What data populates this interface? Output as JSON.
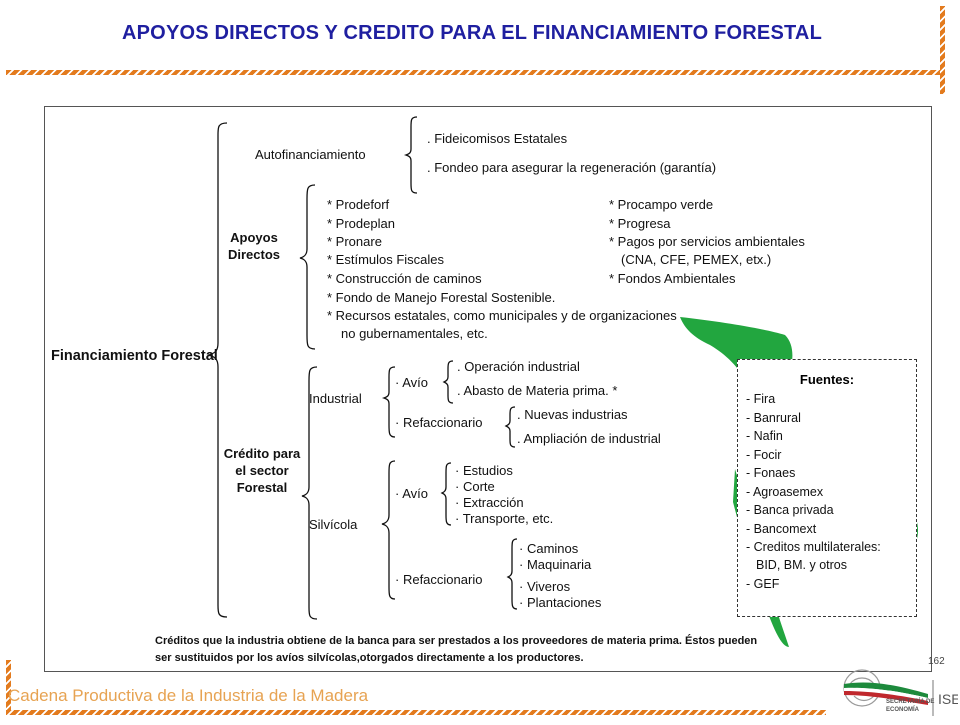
{
  "header": {
    "title": "APOYOS DIRECTOS Y CREDITO PARA EL FINANCIAMIENTO FORESTAL"
  },
  "slide": {
    "page_number": "162",
    "footer": "Cadena Productiva de la Industria de la Madera"
  },
  "diagram": {
    "root": "Financiamiento Forestal",
    "autofin": {
      "label": "Autofinanciamiento",
      "items": [
        ". Fideicomisos Estatales",
        ". Fondeo para asegurar la regeneración (garantía)"
      ]
    },
    "apoyos": {
      "label": "Apoyos Directos",
      "col1": [
        "* Prodeforf",
        "* Prodeplan",
        "* Pronare",
        "* Estímulos Fiscales",
        "* Construcción de caminos",
        "* Fondo de Manejo Forestal Sostenible.",
        "* Recursos estatales, como municipales y de organizaciones",
        "no gubernamentales, etc."
      ],
      "col2": [
        "* Procampo verde",
        "* Progresa",
        "* Pagos por servicios ambientales",
        "(CNA, CFE, PEMEX, etx.)",
        "* Fondos Ambientales"
      ]
    },
    "credito": {
      "label": "Crédito para el sector Forestal",
      "industrial": {
        "label": "Industrial",
        "avio": {
          "label": "Avío",
          "items": [
            "Operación industrial",
            "Abasto de Materia prima. *"
          ]
        },
        "refaccionario": {
          "label": "Refaccionario",
          "items": [
            "Nuevas industrias",
            "Ampliación de industrial"
          ]
        }
      },
      "silvicola": {
        "label": "Silvícola",
        "avio": {
          "label": "Avío",
          "items": [
            "Estudios",
            "Corte",
            "Extracción",
            "Transporte, etc."
          ]
        },
        "refaccionario": {
          "label": "Refaccionario",
          "items": [
            "Caminos",
            "Maquinaria",
            "Viveros",
            "Plantaciones"
          ]
        }
      }
    },
    "fuentes": {
      "title": "Fuentes:",
      "items": [
        "- Fira",
        "- Banrural",
        "- Nafin",
        "- Focir",
        "- Fonaes",
        "- Agroasemex",
        "- Banca privada",
        "- Bancomext",
        "- Creditos multilaterales:",
        "BID, BM. y otros",
        "- GEF"
      ]
    },
    "note": [
      "Créditos que la industria obtiene de la banca para ser prestados a los proveedores de materia prima. Éstos pueden",
      "ser sustituidos por los avíos silvícolas,otorgados directamente a los productores."
    ]
  },
  "logo": {
    "line1": "SECRETARÍA DE",
    "line2": "ECONOMÍA"
  },
  "colors": {
    "title": "#1f1fa0",
    "stripe": "#e37b1e",
    "footer": "#e7a352",
    "map_green": "#22a63f"
  }
}
